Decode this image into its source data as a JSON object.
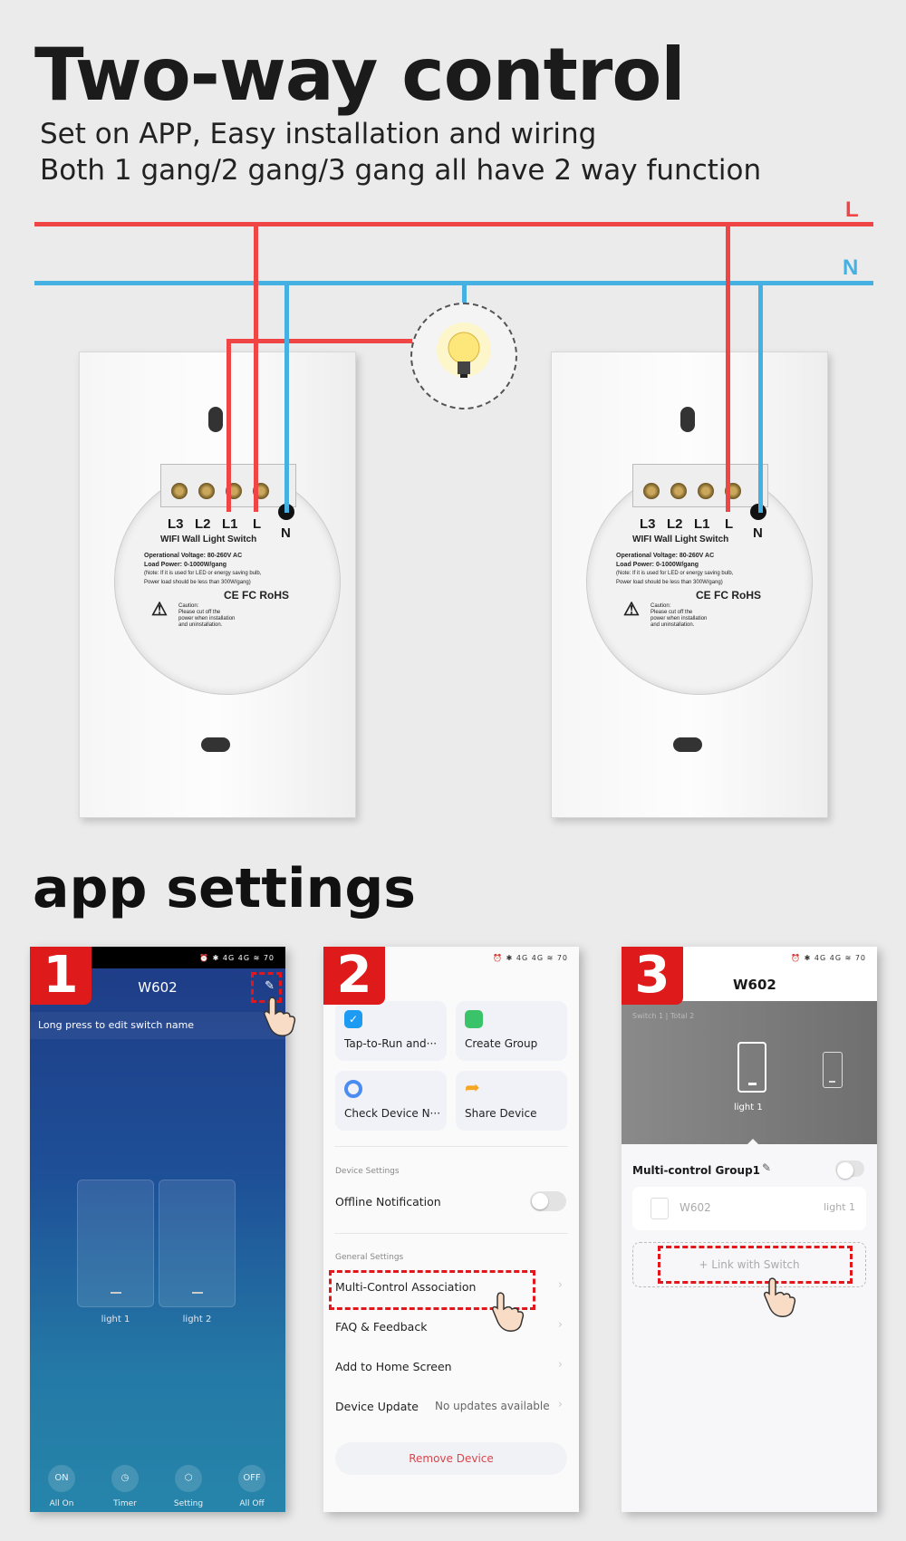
{
  "header": {
    "title": "Two-way control",
    "subtitle_1": "Set on APP, Easy installation and wiring",
    "subtitle_2": "Both 1 gang/2 gang/3 gang all have 2 way function"
  },
  "wiring": {
    "line_label": "L",
    "neutral_label": "N",
    "colors": {
      "line": "#ef4545",
      "neutral": "#45b0e2"
    }
  },
  "switch_module": {
    "terminals": [
      "L3",
      "L2",
      "L1",
      "L"
    ],
    "neutral": "N",
    "name": "WIFI Wall Light Switch",
    "voltage": "Operational Voltage: 80-260V AC",
    "load": "Load Power: 0-1000W/gang",
    "note_1": "(Note: If it is used for LED or energy saving bulb,",
    "note_2": "Power load should be less than 300W/gang)",
    "certs": "CE FC RoHS",
    "caution_1": "Caution:",
    "caution_2": "Please cut off the",
    "caution_3": "power when installation",
    "caution_4": "and uninstallation."
  },
  "section_title": "app settings",
  "step1": {
    "badge": "1",
    "status": "⏰ ✱ 4G 4G ≋ 70",
    "title": "W602",
    "hint": "Long press to edit switch name",
    "switches": [
      "light 1",
      "light 2"
    ],
    "buttons": [
      {
        "icon": "ON",
        "label": "All On"
      },
      {
        "icon": "◷",
        "label": "Timer"
      },
      {
        "icon": "⬡",
        "label": "Setting"
      },
      {
        "icon": "OFF",
        "label": "All Off"
      }
    ]
  },
  "step2": {
    "badge": "2",
    "status": "⏰ ✱ 4G 4G ≋ 70",
    "cards": [
      "Tap-to-Run and···",
      "Create Group",
      "Check Device N···",
      "Share Device"
    ],
    "device_settings": "Device Settings",
    "offline": "Offline Notification",
    "general_settings": "General Settings",
    "items": [
      "Multi-Control Association",
      "FAQ & Feedback",
      "Add to Home Screen",
      "Device Update"
    ],
    "update_value": "No updates available",
    "remove": "Remove Device"
  },
  "step3": {
    "badge": "3",
    "status": "⏰ ✱ 4G 4G ≋ 70",
    "title": "W602",
    "switch_info": "Switch 1 | Total 2",
    "selected_switch": "light 1",
    "group": "Multi-control Group1",
    "device": "W602",
    "device_switch": "light 1",
    "link": "+ Link with Switch"
  }
}
